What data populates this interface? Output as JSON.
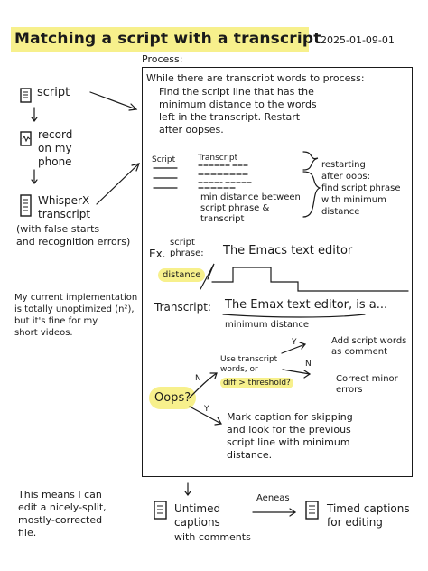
{
  "header": {
    "title": "Matching a script with a transcript",
    "date": "2025-01-09-01"
  },
  "left_flow": {
    "script": "script",
    "record": "record\non my\nphone",
    "whisperx": "WhisperX\ntranscript",
    "whisperx_note": "(with false starts\nand recognition errors)",
    "implementation_note": "My current implementation\nis totally unoptimized (n²),\nbut it's fine for my\nshort videos.",
    "result_note": "This means I can\nedit a nicely-split,\nmostly-corrected\nfile."
  },
  "process": {
    "label": "Process:",
    "loop_text": "While there are transcript words to process:",
    "loop_body": "Find the script line that has the\nminimum distance to the words\nleft in the transcript. Restart\nafter oopses.",
    "script_col": "Script",
    "transcript_col": "Transcript",
    "min_distance_note": "min distance between\nscript phrase &\ntranscript",
    "restart_note": "restarting\nafter oops:\nfind script phrase\nwith minimum\ndistance",
    "example_label": "Ex.",
    "script_phrase_label": "script\nphrase:",
    "script_phrase": "The Emacs text editor",
    "distance_label": "distance",
    "transcript_label": "Transcript:",
    "transcript_text": "The Emax text editor, is a...",
    "min_distance_label": "minimum distance",
    "decision": "Use transcript\nwords, or",
    "threshold": "diff > threshold?",
    "yes_1": "Y",
    "no_1": "N",
    "add_words": "Add script words\nas comment",
    "correct_errors": "Correct minor\nerrors",
    "oops": "Oops?",
    "oops_no": "N",
    "oops_yes": "Y",
    "mark_caption": "Mark caption for skipping\nand look for the previous\nscript line with minimum\ndistance."
  },
  "bottom": {
    "untimed": "Untimed\ncaptions",
    "with_comments": "with comments",
    "aeneas": "Aeneas",
    "timed": "Timed captions\nfor editing"
  },
  "colors": {
    "highlight": "#f7f08c",
    "ink": "#1a1a1a"
  }
}
